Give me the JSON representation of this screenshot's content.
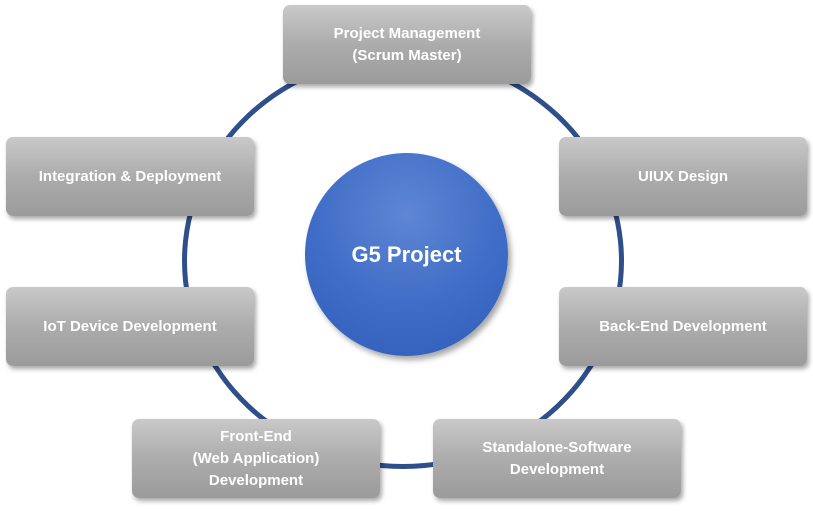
{
  "center": {
    "label": "G5 Project"
  },
  "nodes": {
    "project_management": {
      "lines": [
        "Project Management",
        "(Scrum Master)"
      ]
    },
    "uiux_design": {
      "lines": [
        "UIUX Design"
      ]
    },
    "back_end": {
      "lines": [
        "Back-End Development"
      ]
    },
    "standalone": {
      "lines": [
        "Standalone-Software",
        "Development"
      ]
    },
    "front_end": {
      "lines": [
        "Front-End",
        "(Web Application)",
        "Development"
      ]
    },
    "iot": {
      "lines": [
        "IoT Device Development"
      ]
    },
    "integration": {
      "lines": [
        "Integration & Deployment"
      ]
    }
  },
  "colors": {
    "ring": "#2f4f8a",
    "hub": "#3e6cc6",
    "node": "#acacac",
    "text": "#ffffff"
  }
}
